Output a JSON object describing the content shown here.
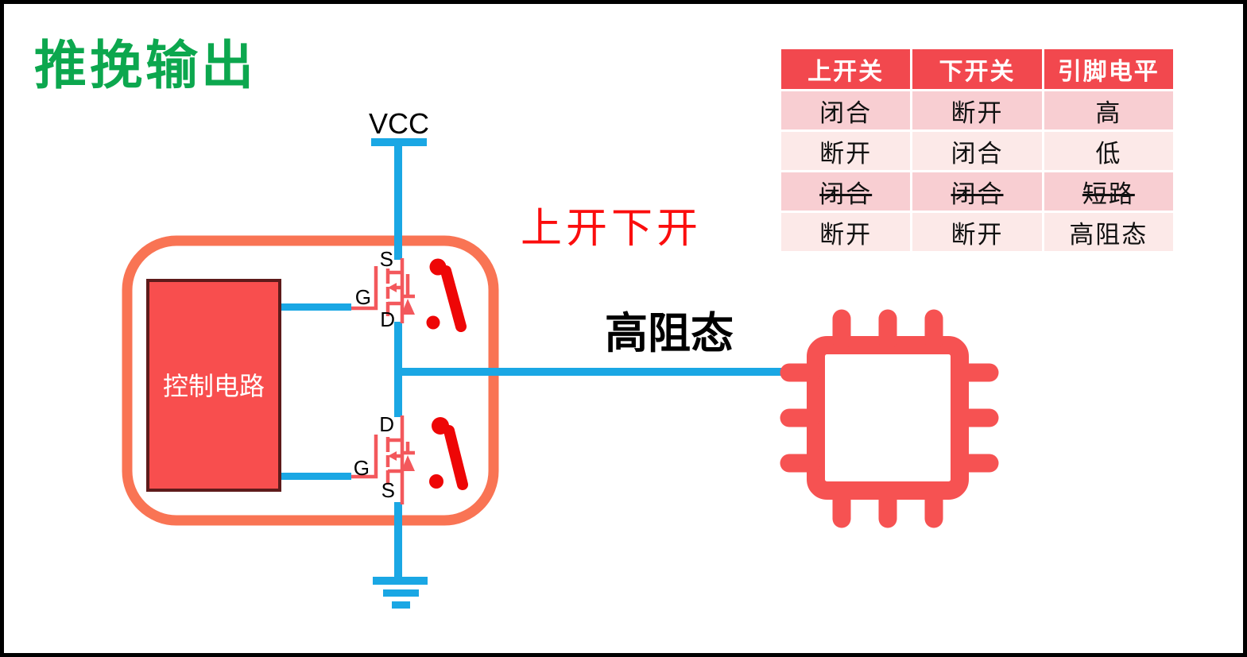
{
  "title": "推挽输出",
  "colors": {
    "title_green": "#0CA74E",
    "wire_blue": "#1AA7E4",
    "outline_orange": "#F97454",
    "control_box_fill": "#F84E4E",
    "control_box_border": "#5E1B1B",
    "mosfet_salmon": "#F3585C",
    "switch_red": "#EE0606",
    "chip_red": "#F65252",
    "annotation_red": "#FB0D0D",
    "table_header_red": "#F2484E",
    "table_row_pink_dark": "#F8CED2",
    "table_row_pink_light": "#FCE9E8"
  },
  "circuit": {
    "vcc_label": "VCC",
    "control_box_label": "控制电路",
    "top_mosfet": {
      "source_label": "S",
      "gate_label": "G",
      "drain_label": "D"
    },
    "bottom_mosfet": {
      "drain_label": "D",
      "gate_label": "G",
      "source_label": "S"
    },
    "state_annotation": "上开下开",
    "output_state_label": "高阻态"
  },
  "table": {
    "headers": [
      "上开关",
      "下开关",
      "引脚电平"
    ],
    "rows": [
      {
        "cells": [
          "闭合",
          "断开",
          "高"
        ],
        "strikethrough": false
      },
      {
        "cells": [
          "断开",
          "闭合",
          "低"
        ],
        "strikethrough": false
      },
      {
        "cells": [
          "闭合",
          "闭合",
          "短路"
        ],
        "strikethrough": true
      },
      {
        "cells": [
          "断开",
          "断开",
          "高阻态"
        ],
        "strikethrough": false
      }
    ]
  }
}
